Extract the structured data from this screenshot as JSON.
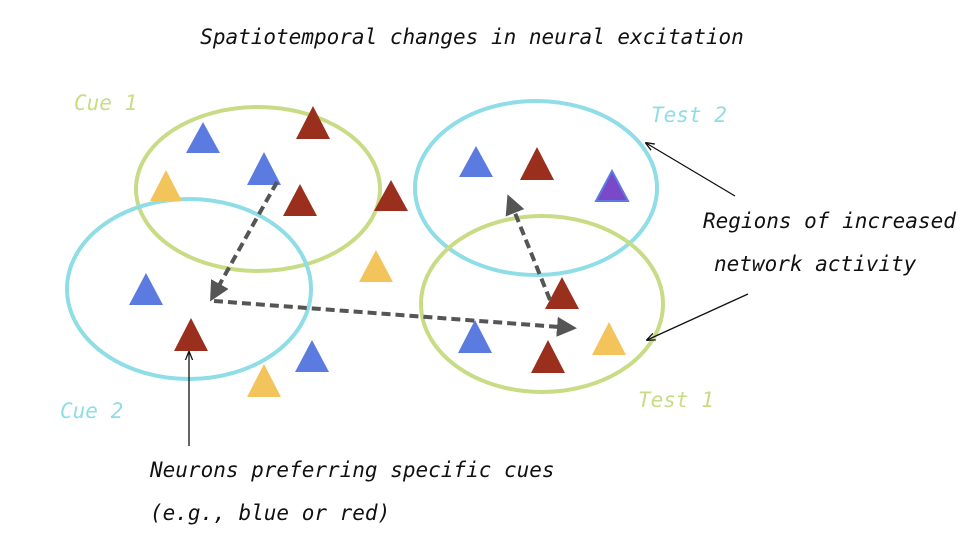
{
  "title": "Spatiotemporal changes in neural excitation",
  "regions": {
    "cue1": "Cue 1",
    "cue2": "Cue 2",
    "test1": "Test 1",
    "test2": "Test 2"
  },
  "annotations": {
    "regions_line1": "Regions of increased",
    "regions_line2": "network activity",
    "neurons_line1": "Neurons preferring specific cues",
    "neurons_line2": "(e.g., blue or red)"
  },
  "colors": {
    "cue_color": "#c8dc86",
    "test_color": "#8fdde6",
    "neuron_blue": "#5b7be0",
    "neuron_red": "#992f1c",
    "neuron_yellow": "#f4c45c",
    "neuron_purple": "#7a48c8",
    "arrow": "#555555"
  }
}
